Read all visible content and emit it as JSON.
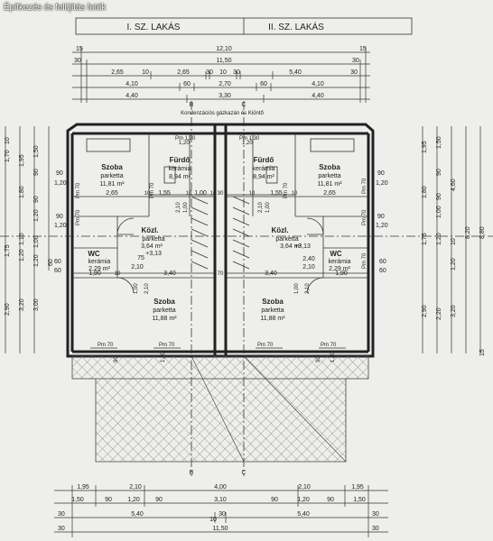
{
  "watermark": "Építkezés és felújítás fotók",
  "headers": [
    "I. SZ. LAKÁS",
    "II. SZ. LAKÁS"
  ],
  "top_dims": {
    "row1": [
      "15",
      "12,10",
      "15"
    ],
    "row2": [
      "30",
      "11,50",
      "30"
    ],
    "row3": [
      "2,65",
      "10",
      "2,65",
      "30",
      "10",
      "30",
      "5,40",
      "30"
    ],
    "row4": [
      "4,10",
      "60",
      "2,70",
      "60",
      "4,10"
    ],
    "row5": [
      "4,40",
      "3,30",
      "4,40"
    ]
  },
  "bottom_dims": {
    "row1": [
      "1,95",
      "2,10",
      "4,00",
      "2,10",
      "1,95"
    ],
    "row2": [
      "1,50",
      "90",
      "1,20",
      "90",
      "3,10",
      "90",
      "1,20",
      "90",
      "1,50"
    ],
    "row3": [
      "30",
      "5,40",
      "10",
      "30",
      "5,40",
      "30"
    ],
    "row4": [
      "30",
      "11,50",
      "30"
    ]
  },
  "left_dims": {
    "outer": [
      "2,90",
      "3,20",
      "1,75",
      "1,20",
      "1,10",
      "1,70"
    ],
    "inner": [
      "3,00",
      "1,20",
      "1,00",
      "60",
      "1,20",
      "90",
      "1,80",
      "1,95",
      "90",
      "1,50",
      "10"
    ],
    "side": [
      "90",
      "1,20",
      "90",
      "1,20",
      "60",
      "60"
    ]
  },
  "right_dims": {
    "outer": [
      "8,80",
      "8,20",
      "4,60",
      "1,50",
      "1,95",
      "90",
      "1,80"
    ],
    "inner": [
      "1,75",
      "1,00",
      "90",
      "1,20",
      "10",
      "2,90",
      "2,20",
      "1,20",
      "3,20",
      "15"
    ],
    "side": [
      "90",
      "1,20",
      "90",
      "1,20",
      "60",
      "60"
    ]
  },
  "section_marks": [
    "B",
    "C",
    "B",
    "C"
  ],
  "note": "Kondenzációs gázkazán és Kiöntő",
  "pm_labels": [
    "Pm 70",
    "Pm 70",
    "Pm 70",
    "Pm 70",
    "Pm 70",
    "Pm 1,30",
    "Pm 1,30",
    "Pm 70",
    "Pm 70",
    "Pm 70",
    "Pm 70",
    "Pm 70",
    "Pm 70"
  ],
  "rooms": [
    {
      "name": "Szoba",
      "floor": "parketta",
      "area": "11,81 m²"
    },
    {
      "name": "Fürdő",
      "floor": "kerámia",
      "area": "8,94 m²"
    },
    {
      "name": "Fürdő",
      "floor": "kerámia",
      "area": "8,94 m²"
    },
    {
      "name": "Szoba",
      "floor": "parketta",
      "area": "11,81 m²"
    },
    {
      "name": "Közl.",
      "floor": "parketta",
      "area": "3,64 m²",
      "level": "+3,13"
    },
    {
      "name": "Közl.",
      "floor": "parketta",
      "area": "3,64 m²",
      "level": "+3,13"
    },
    {
      "name": "WC",
      "floor": "kerámia",
      "area": "2,29 m²"
    },
    {
      "name": "WC",
      "floor": "kerámia",
      "area": "2,29 m²"
    },
    {
      "name": "Szoba",
      "floor": "parketta",
      "area": "11,88 m²"
    },
    {
      "name": "Szoba",
      "floor": "parketta",
      "area": "11,88 m²"
    }
  ],
  "interior_dims": [
    "2,65",
    "10",
    "1,55",
    "10",
    "1,00",
    "10",
    "30",
    "10",
    "1,55",
    "10",
    "2,65",
    "1,90",
    "10",
    "3,40",
    "70",
    "3,40",
    "2,10",
    "1,90",
    "2,10",
    "2,40",
    "75",
    "1,00",
    "2,10",
    "1,00",
    "2,10",
    "2,10",
    "1,00",
    "2,10",
    "1,00",
    "1,20",
    "1,20"
  ],
  "roof_dims": [
    "90",
    "1,20",
    "90",
    "1,20"
  ]
}
